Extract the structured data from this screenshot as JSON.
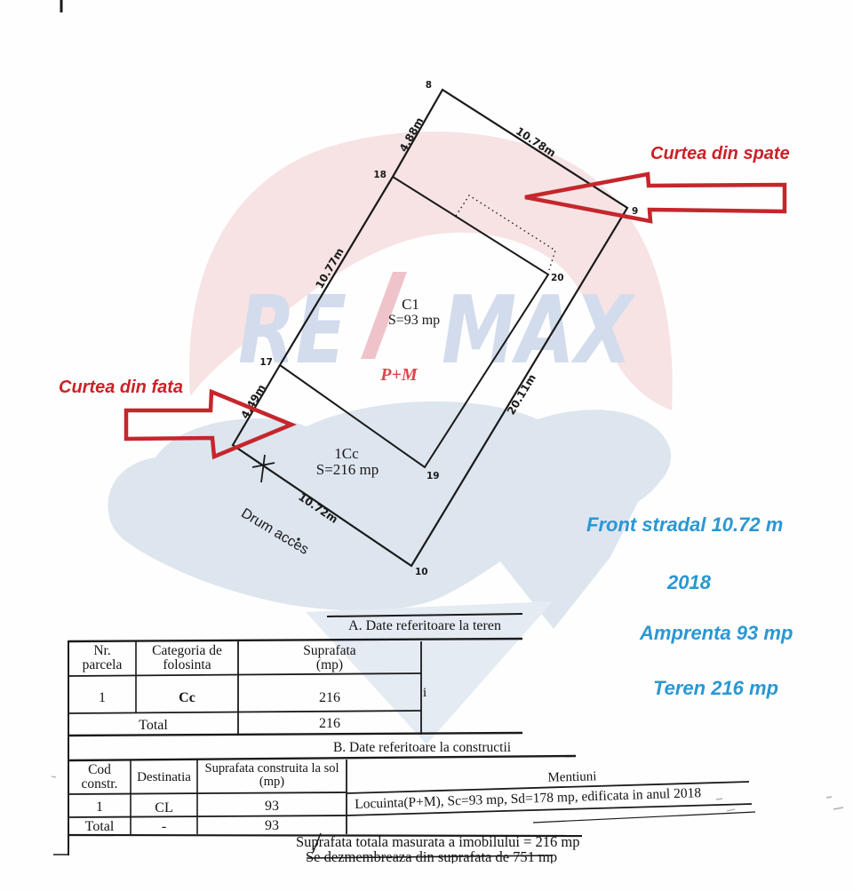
{
  "colors": {
    "arrow_red": "#c5262c",
    "label_red": "#cc2127",
    "pm_red": "#d8494d",
    "annotation_blue": "#2b97d3",
    "ink_black": "#1a1a1a",
    "watermark_pink": "#f7e3e4",
    "watermark_slash_pink": "#efc3ca",
    "watermark_blue": "#dde5ef",
    "watermark_letters": "#d3dcec"
  },
  "watermark": {
    "re": "RE",
    "max": "MAX"
  },
  "plan": {
    "vertex_labels": {
      "v8": "8",
      "v9": "9",
      "v10": "10",
      "v17": "17",
      "v18": "18",
      "v19": "19",
      "v20": "20"
    },
    "measurements": {
      "top_left": "4.88m",
      "top_right": "10.78m",
      "left": "10.77m",
      "right": "20.11m",
      "bottom": "10.72m",
      "front": "4.49m"
    },
    "building_code": "C1",
    "building_area": "S=93 mp",
    "height_regime": "P+M",
    "parcel_code": "1Cc",
    "parcel_area": "S=216 mp",
    "road_label": "Drum acces"
  },
  "annotations": {
    "back_yard": "Curtea din spate",
    "front_yard": "Curtea din fata",
    "street_front": "Front stradal 10.72 m",
    "year": "2018",
    "footprint": "Amprenta 93 mp",
    "land": "Teren 216 mp"
  },
  "table_a": {
    "title": "A. Date referitoare la teren",
    "col1a": "Nr.",
    "col1b": "parcela",
    "col2a": "Categoria de",
    "col2b": "folosinta",
    "col3a": "Suprafata",
    "col3b": "(mp)",
    "row": {
      "nr": "1",
      "categorie": "Cc",
      "suprafata": "216"
    },
    "total_label": "Total",
    "total_value": "216",
    "stray_char": "i"
  },
  "table_b": {
    "title": "B. Date referitoare la constructii",
    "col1a": "Cod",
    "col1b": "constr.",
    "col2": "Destinatia",
    "col3a": "Suprafata construita la sol",
    "col3b": "(mp)",
    "col4": "Mentiuni",
    "row": {
      "cod": "1",
      "destinatia": "CL",
      "suprafata": "93",
      "mentiuni": "Locuinta(P+M),  Sc=93 mp, Sd=178 mp, edificata in anul 2018"
    },
    "total_label": "Total",
    "total_dash": "-",
    "total_value": "93"
  },
  "footer": {
    "line1": "Suprafata totala masurata a imobilului = 216 mp",
    "line2": "Se dezmembreaza din suprafata de 751 mp"
  }
}
